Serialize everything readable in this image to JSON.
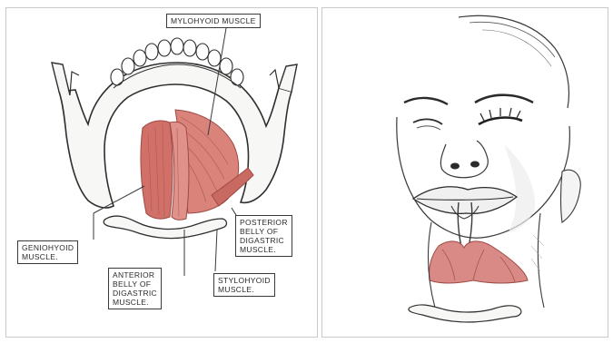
{
  "left_figure": {
    "labels": {
      "mylohyoid": "MYLOHYOID MUSCLE",
      "geniohyoid_l1": "GENIOHYOID",
      "geniohyoid_l2": "MUSCLE.",
      "posterior_l1": "POSTERIOR",
      "posterior_l2": "BELLY OF",
      "posterior_l3": "DIGASTRIC",
      "posterior_l4": "MUSCLE.",
      "anterior_l1": "ANTERIOR",
      "anterior_l2": "BELLY OF",
      "anterior_l3": "DIGASTRIC",
      "anterior_l4": "MUSCLE.",
      "stylohyoid_l1": "STYLOHYOID",
      "stylohyoid_l2": "MUSCLE."
    }
  },
  "colors": {
    "muscle": "#d9837a",
    "muscle_dark": "#b9524b",
    "bone": "#f7f7f5",
    "ink": "#2b2b2b"
  }
}
